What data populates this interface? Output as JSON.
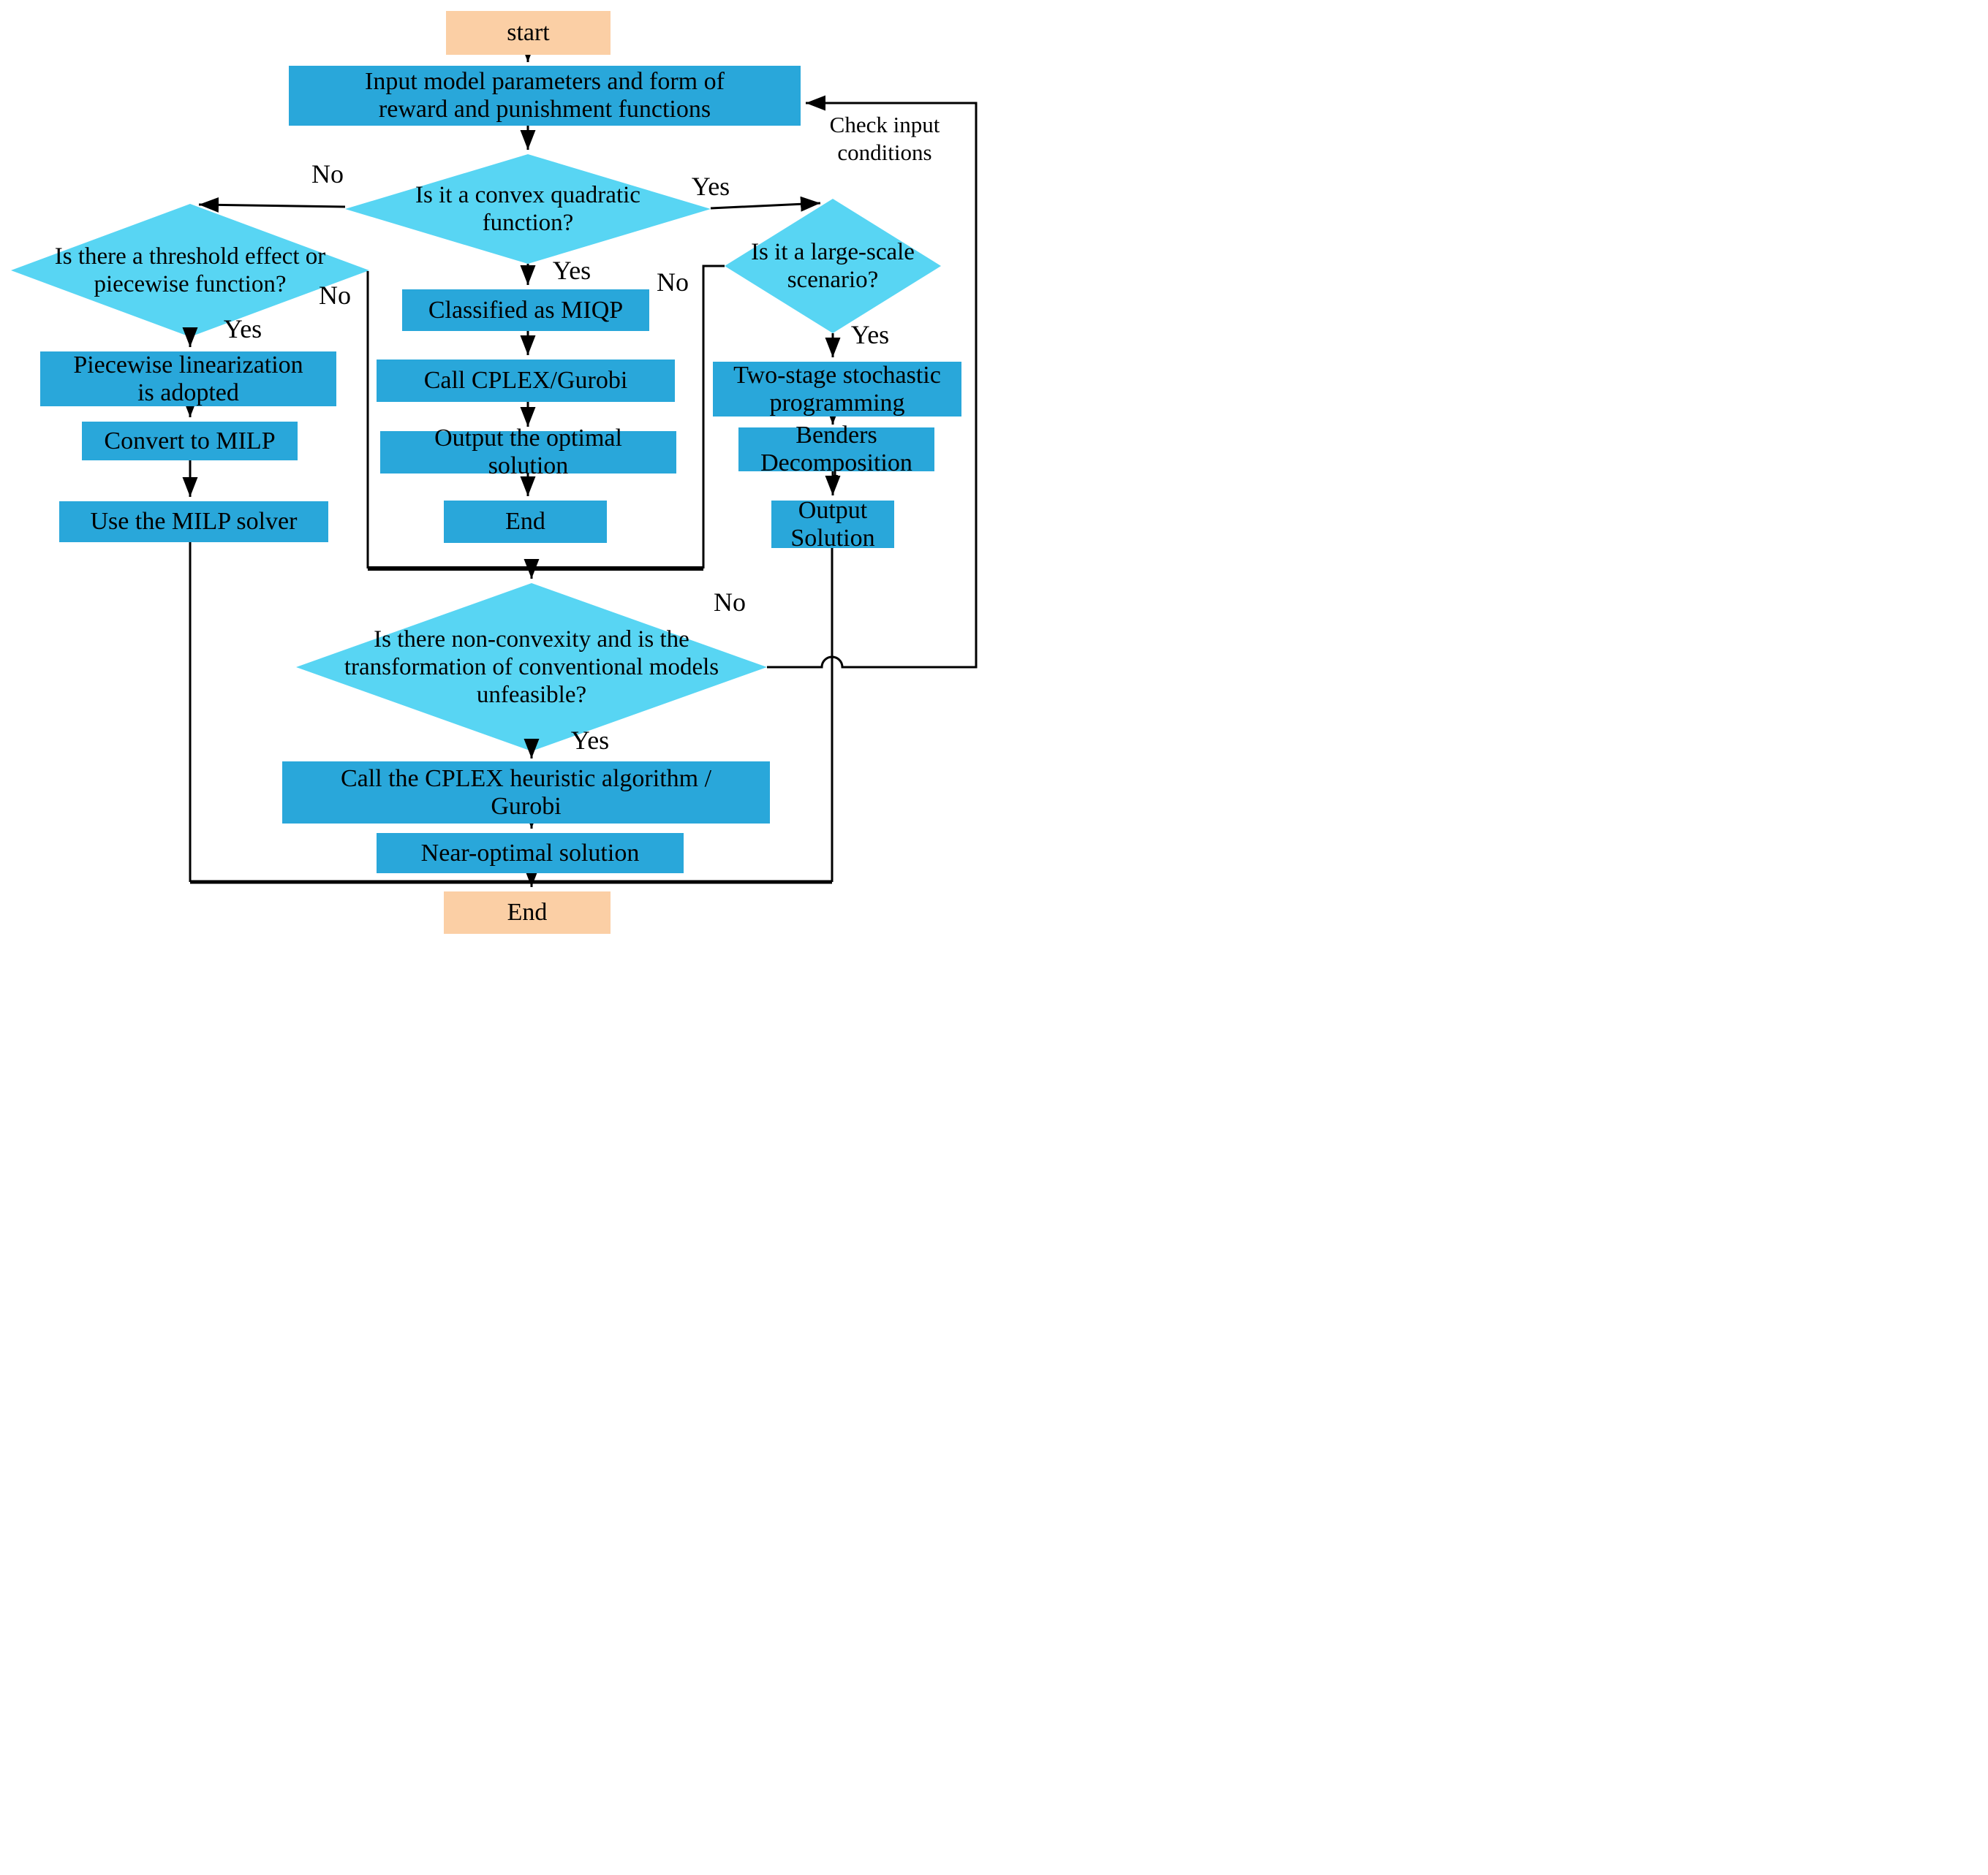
{
  "title": "Optimization model classification and solving flowchart",
  "colors": {
    "process_box": "#29a7da",
    "decision_diamond": "#58d5f3",
    "terminal_box": "#fbcfa5",
    "line": "#000000",
    "text": "#000000",
    "background": "#ffffff"
  },
  "nodes": {
    "start": {
      "lines": [
        "start"
      ],
      "type": "terminal"
    },
    "input": {
      "lines": [
        "Input model parameters and form of",
        "reward and punishment functions"
      ],
      "type": "process"
    },
    "convex_decision": {
      "lines": [
        "Is it a convex quadratic",
        "function?"
      ],
      "type": "decision"
    },
    "threshold_decision": {
      "lines": [
        "Is there a threshold effect or",
        "piecewise function?"
      ],
      "type": "decision"
    },
    "large_scale_decision": {
      "lines": [
        "Is it a large-scale",
        "scenario?"
      ],
      "type": "decision"
    },
    "classified_miqp": {
      "lines": [
        "Classified as MIQP"
      ],
      "type": "process"
    },
    "call_cplex": {
      "lines": [
        "Call CPLEX/Gurobi"
      ],
      "type": "process"
    },
    "output_optimal": {
      "lines": [
        "Output the optimal",
        "solution"
      ],
      "type": "process"
    },
    "end_mid": {
      "lines": [
        "End"
      ],
      "type": "process"
    },
    "piecewise": {
      "lines": [
        "Piecewise linearization",
        "is adopted"
      ],
      "type": "process"
    },
    "convert_milp": {
      "lines": [
        "Convert to MILP"
      ],
      "type": "process"
    },
    "milp_solver": {
      "lines": [
        "Use the MILP solver"
      ],
      "type": "process"
    },
    "two_stage": {
      "lines": [
        "Two-stage stochastic",
        "programming"
      ],
      "type": "process"
    },
    "benders": {
      "lines": [
        "Benders",
        "Decomposition"
      ],
      "type": "process"
    },
    "output_solution": {
      "lines": [
        "Output",
        "Solution"
      ],
      "type": "process"
    },
    "nonconvex_decision": {
      "lines": [
        "Is there non-convexity and is the",
        "transformation of conventional models",
        "unfeasible?"
      ],
      "type": "decision"
    },
    "heuristic": {
      "lines": [
        "Call the CPLEX heuristic algorithm /",
        "Gurobi"
      ],
      "type": "process"
    },
    "near_optimal": {
      "lines": [
        "Near-optimal solution"
      ],
      "type": "process"
    },
    "end_bottom": {
      "lines": [
        "End"
      ],
      "type": "terminal"
    }
  },
  "edge_labels": {
    "convex_no": "No",
    "convex_yes_right": "Yes",
    "convex_yes_down": "Yes",
    "threshold_yes": "Yes",
    "threshold_no": "No",
    "large_scale_yes": "Yes",
    "large_scale_no": "No",
    "nonconvex_yes": "Yes",
    "nonconvex_no": "No",
    "feedback": {
      "lines": [
        "Check input",
        "conditions"
      ]
    }
  }
}
